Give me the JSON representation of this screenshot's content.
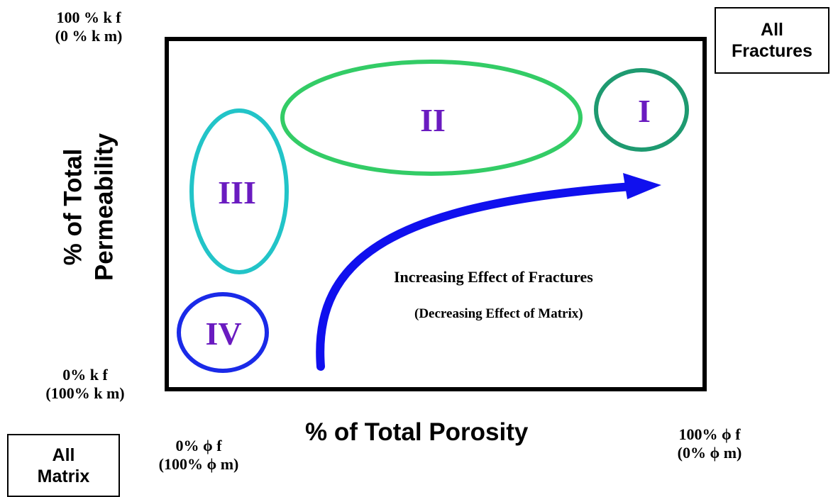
{
  "corner_boxes": {
    "all_fractures": {
      "line1": "All",
      "line2": "Fractures"
    },
    "all_matrix": {
      "line1": "All",
      "line2": "Matrix"
    }
  },
  "y_axis": {
    "title_line1": "% of Total",
    "title_line2": "Permeability",
    "top_label": {
      "line1": "100 % k f",
      "line2": "(0 % k m)"
    },
    "bottom_label": {
      "line1": "0% k f",
      "line2": "(100% k m)"
    }
  },
  "x_axis": {
    "title": "% of Total Porosity",
    "left_label": {
      "line1": "0% ϕ f",
      "line2": "(100% ϕ m)"
    },
    "right_label": {
      "line1": "100% ϕ f",
      "line2": "(0% ϕ m)"
    }
  },
  "regions": [
    {
      "id": "I",
      "label": "I",
      "color": "#1e9a70"
    },
    {
      "id": "II",
      "label": "II",
      "color": "#33cc66"
    },
    {
      "id": "III",
      "label": "III",
      "color": "#22c4c8"
    },
    {
      "id": "IV",
      "label": "IV",
      "color": "#1a2ae8"
    }
  ],
  "region_label_color": "#6a1bc0",
  "arrow": {
    "color": "#1010ee",
    "caption_line1": "Increasing Effect of Fractures",
    "caption_line2": "(Decreasing Effect of Matrix)"
  }
}
